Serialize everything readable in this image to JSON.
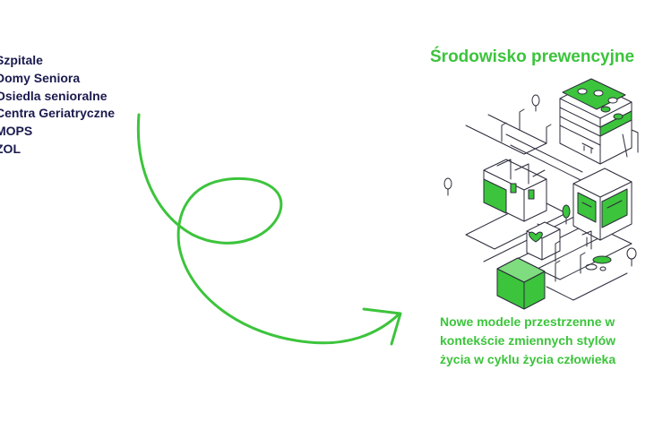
{
  "institutions": [
    "Szpitale",
    "Domy Seniora",
    "Osiedla senioralne",
    "Centra Geriatryczne",
    "MOPS",
    "ZOL"
  ],
  "title": "Środowisko prewencyjne",
  "caption_lines": [
    "Nowe modele przestrzenne w",
    "kontekście zmiennych stylów",
    "życia w cyklu życia człowieka"
  ],
  "colors": {
    "list_text": "#1a1a4e",
    "accent_green": "#3cc43c",
    "illustration_line": "#2b2b3a"
  },
  "icons": {
    "arrow": "curly-arrow-icon",
    "illustration": "isometric-neighborhood-illustration"
  }
}
